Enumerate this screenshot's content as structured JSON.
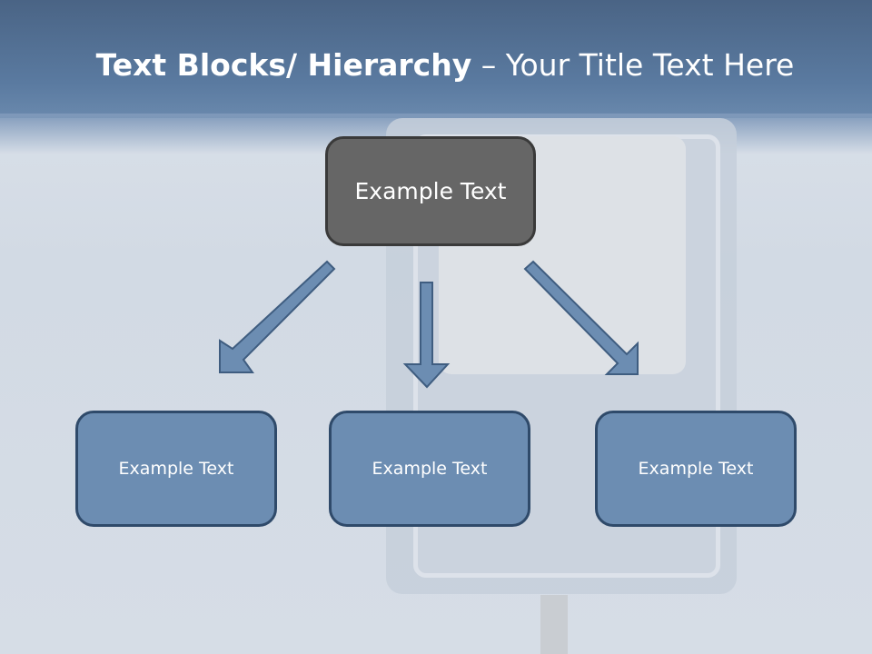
{
  "slide": {
    "title_bold": "Text Blocks/ Hierarchy",
    "title_sep": " – ",
    "title_rest": "Your Title Text Here"
  },
  "diagram": {
    "top_node": {
      "label": "Example Text",
      "color": "#666666"
    },
    "children": [
      {
        "label": "Example Text",
        "color": "#6c8db2"
      },
      {
        "label": "Example Text",
        "color": "#6c8db2"
      },
      {
        "label": "Example Text",
        "color": "#6c8db2"
      }
    ],
    "arrow_color": "#6c8db2"
  },
  "colors": {
    "banner": "#5a7aa0",
    "background": "#d2dae4"
  }
}
